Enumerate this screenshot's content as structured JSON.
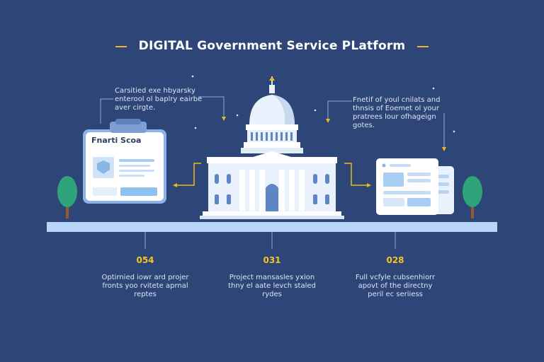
{
  "title": "DIGITAL Government Service PLatform",
  "notes": {
    "left": [
      "Carsitied exe hbyarsky",
      "enterool ol baplry eairbe",
      "aver cirgte."
    ],
    "right": [
      "Fnetif of youl cnilats and",
      "thnsis of Eoemet ol your",
      "pratrees lour ofhageign",
      "gotes."
    ]
  },
  "clipboard": {
    "heading": "Fnarti Scoa"
  },
  "stats": [
    {
      "value": "054",
      "caption": [
        "Optirnied iowr ard projer",
        "fronts yoo rvitete aprnal",
        "reptes"
      ]
    },
    {
      "value": "031",
      "caption": [
        "Project mansasles yxion",
        "thny el aate levch staled",
        "rydes"
      ]
    },
    {
      "value": "028",
      "caption": [
        "Full vcfyle cubsenhiorr",
        "apovt of the directny",
        "peril ec seriiess"
      ]
    }
  ],
  "colors": {
    "background": "#2d4577",
    "accent": "#f2b81d",
    "stat_value": "#f6c328",
    "timeline": "#b8d6f7",
    "building": "#e9f1fc",
    "tree": "#2fa37a",
    "trunk": "#9a5a2b"
  },
  "icons": [
    "clipboard-icon",
    "government-building-icon",
    "browser-window-icon",
    "tree-icon",
    "arrow-icon"
  ]
}
